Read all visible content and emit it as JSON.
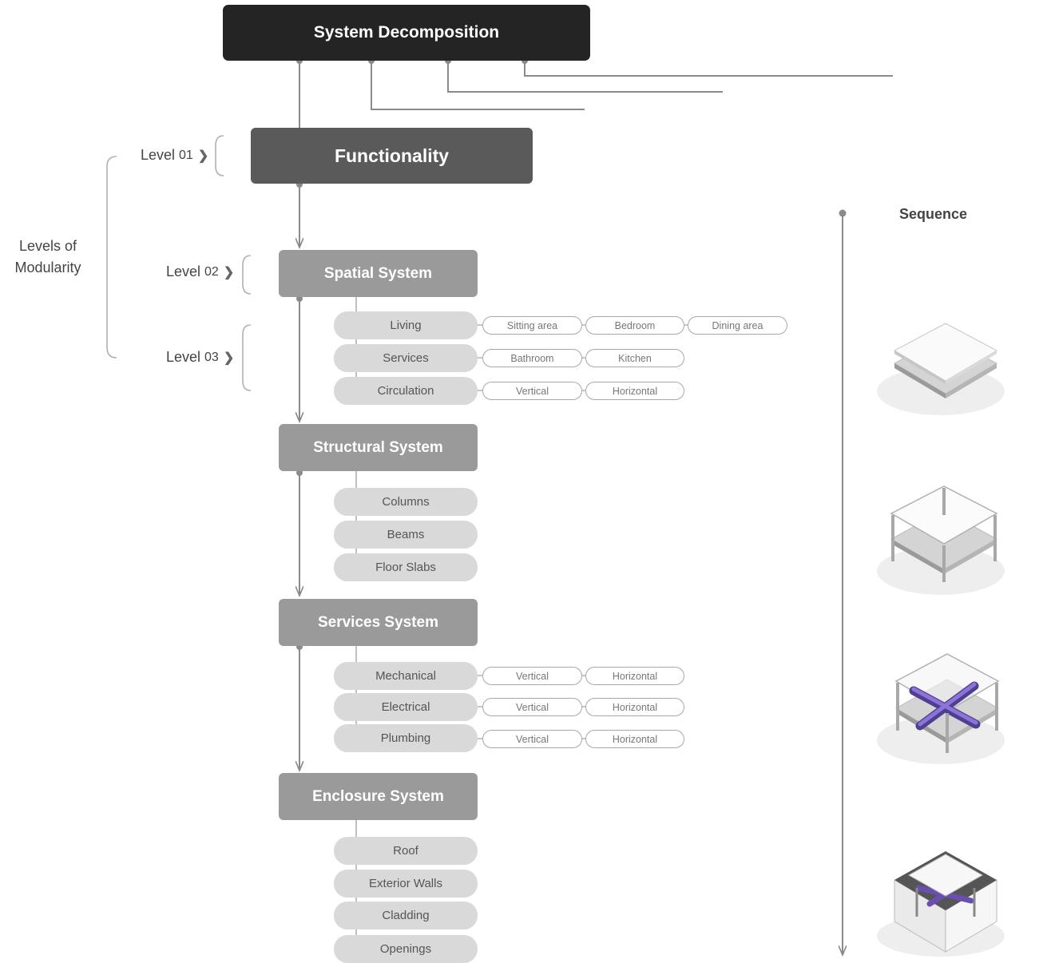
{
  "title": "System Decomposition",
  "level1_box": "Functionality",
  "levels_label": {
    "line1": "Levels of",
    "line2": "Modularity"
  },
  "levels": [
    {
      "word": "Level",
      "num": "01"
    },
    {
      "word": "Level",
      "num": "02"
    },
    {
      "word": "Level",
      "num": "03"
    }
  ],
  "chevron": "❯",
  "sequence_label": "Sequence",
  "systems": [
    {
      "name": "Spatial System",
      "subs": [
        {
          "label": "Living",
          "pills": [
            "Sitting area",
            "Bedroom",
            "Dining area"
          ]
        },
        {
          "label": "Services",
          "pills": [
            "Bathroom",
            "Kitchen"
          ]
        },
        {
          "label": "Circulation",
          "pills": [
            "Vertical",
            "Horizontal"
          ]
        }
      ]
    },
    {
      "name": "Structural System",
      "subs": [
        {
          "label": "Columns",
          "pills": []
        },
        {
          "label": "Beams",
          "pills": []
        },
        {
          "label": "Floor Slabs",
          "pills": []
        }
      ]
    },
    {
      "name": "Services System",
      "subs": [
        {
          "label": "Mechanical",
          "pills": [
            "Vertical",
            "Horizontal"
          ]
        },
        {
          "label": "Electrical",
          "pills": [
            "Vertical",
            "Horizontal"
          ]
        },
        {
          "label": "Plumbing",
          "pills": [
            "Vertical",
            "Horizontal"
          ]
        }
      ]
    },
    {
      "name": "Enclosure System",
      "subs": [
        {
          "label": "Roof",
          "pills": []
        },
        {
          "label": "Exterior Walls",
          "pills": []
        },
        {
          "label": "Cladding",
          "pills": []
        },
        {
          "label": "Openings",
          "pills": []
        }
      ]
    }
  ],
  "model_images": [
    "slab-model",
    "frame-model",
    "services-model",
    "enclosure-model"
  ],
  "colors": {
    "title_box": "#242424",
    "function_box": "#5a5a5a",
    "system_box": "#9a9a9a",
    "sub_box": "#d9d9d9",
    "duct": "#6a4fb0"
  }
}
